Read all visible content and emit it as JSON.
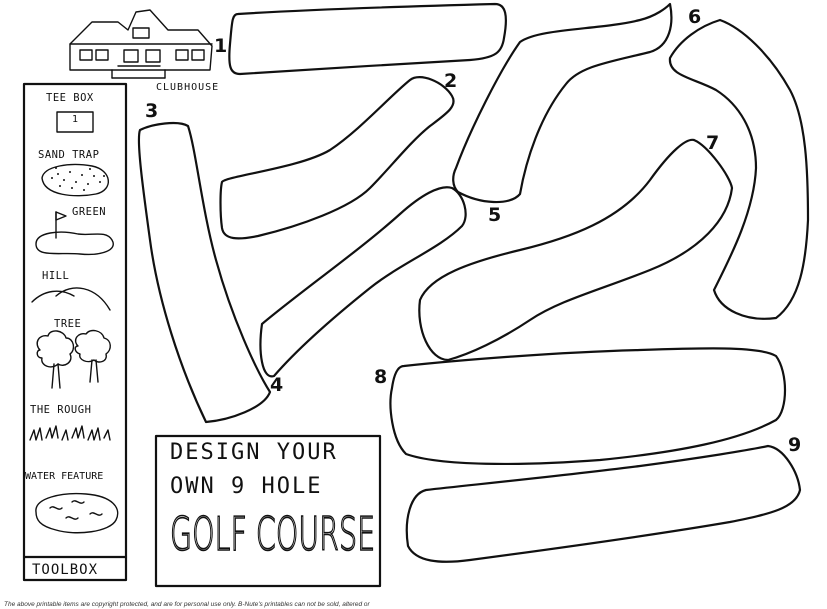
{
  "clubhouse_label": "CLUBHOUSE",
  "hole_numbers": [
    "1",
    "2",
    "3",
    "4",
    "5",
    "6",
    "7",
    "8",
    "9"
  ],
  "toolbox": {
    "items": [
      {
        "label": "TEE BOX",
        "icon": "tee-box-icon",
        "tee_number": "1"
      },
      {
        "label": "SAND TRAP",
        "icon": "sand-trap-icon"
      },
      {
        "label": "GREEN",
        "icon": "green-flag-icon"
      },
      {
        "label": "HILL",
        "icon": "hill-icon"
      },
      {
        "label": "TREE",
        "icon": "tree-icon"
      },
      {
        "label": "THE ROUGH",
        "icon": "rough-grass-icon"
      },
      {
        "label": "WATER FEATURE",
        "icon": "water-feature-icon"
      }
    ],
    "footer_label": "TOOLBOX"
  },
  "title_box": {
    "line1": "DESIGN YOUR",
    "line2": "OWN 9 HOLE",
    "line3": "GOLF COURSE"
  },
  "footer_text": "The above printable items are copyright protected, and are for personal use only. B-Nute's printables can not be sold, altered or"
}
